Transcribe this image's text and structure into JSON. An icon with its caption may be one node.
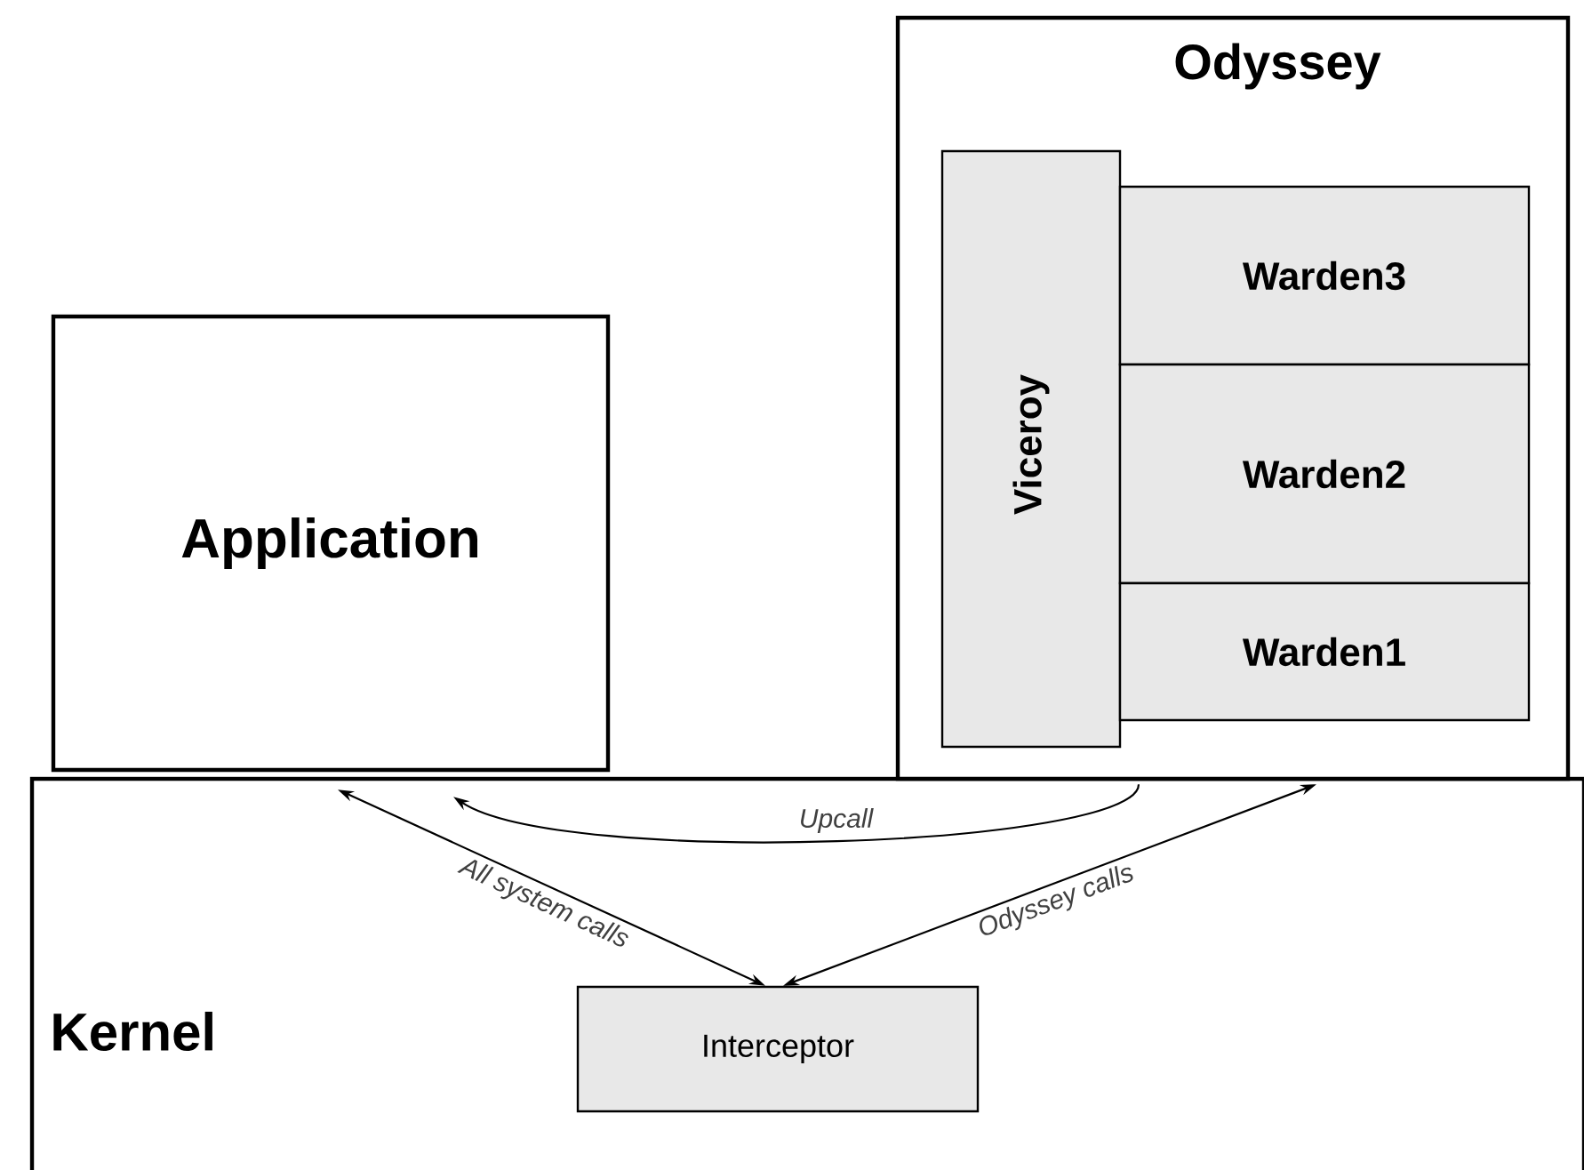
{
  "diagram": {
    "nodes": [
      {
        "text": [
          "Application"
        ]
      },
      {
        "text": [
          "Odyssey"
        ]
      },
      {
        "text": [
          "Viceroy"
        ],
        "in": 1
      },
      {
        "text": [
          "Warden3"
        ],
        "in": 1
      },
      {
        "text": [
          "Warden2"
        ],
        "in": 1
      },
      {
        "text": [
          "Warden1"
        ],
        "in": 1
      },
      {
        "text": [
          "Kernel"
        ]
      },
      {
        "text": [
          "Interceptor"
        ],
        "in": 6
      }
    ],
    "edges": [
      {
        "from": 0,
        "to": 7,
        "arrow": "both",
        "label": "All system calls"
      },
      {
        "from": 1,
        "to": 7,
        "arrow": "both",
        "label": "Odyssey calls"
      },
      {
        "from": 1,
        "to": 0,
        "arrow": "to",
        "label": "Upcall"
      }
    ]
  }
}
